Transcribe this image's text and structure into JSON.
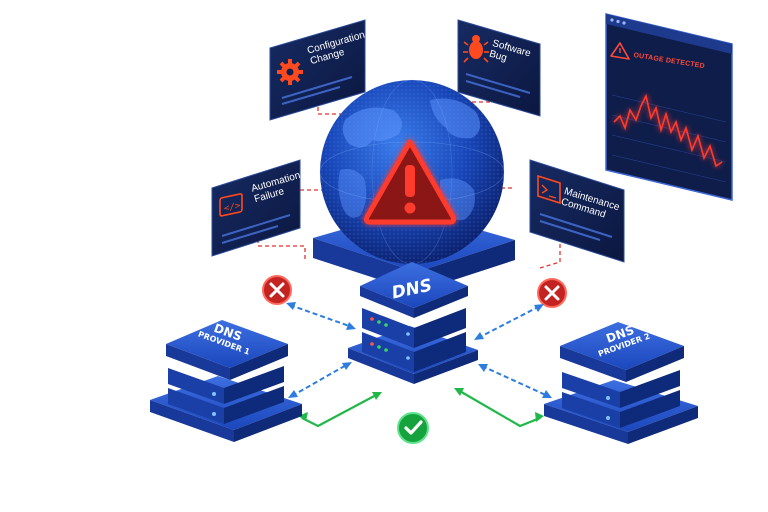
{
  "causes": {
    "configuration_change": [
      "Configuration",
      "Change"
    ],
    "software_bug": [
      "Software",
      "Bug"
    ],
    "automation_failure": [
      "Automation",
      "Failure"
    ],
    "maintenance_command": [
      "Maintenance",
      "Command"
    ]
  },
  "outage_monitor": {
    "title": "OUTAGE DETECTED"
  },
  "central_server": {
    "label": "DNS"
  },
  "provider_1": {
    "line1": "DNS",
    "line2": "PROVIDER 1"
  },
  "provider_2": {
    "line1": "DNS",
    "line2": "PROVIDER 2"
  },
  "status": {
    "failed": "failed-x-icon",
    "healthy": "check-icon"
  },
  "colors": {
    "server_blue": "#1d4fc4",
    "panel_navy": "#10204f",
    "alert_red": "#e5322c",
    "link_blue": "#2d7de0",
    "link_green": "#21b84a"
  }
}
